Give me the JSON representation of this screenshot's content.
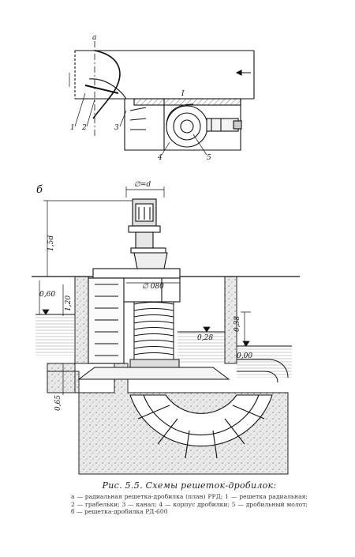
{
  "figure": {
    "label_a": "a",
    "label_b": "б",
    "plan_labels": [
      "1",
      "2",
      "3",
      "4",
      "5"
    ],
    "plan_mark": "I",
    "dim_width": "∅=d",
    "dim_height": "1,5d",
    "dim_diam": "∅ 080",
    "levels": [
      "0,60",
      "0,28",
      "0,00"
    ],
    "elev_dims": [
      "1,20",
      "0,38",
      "0,65"
    ]
  },
  "caption": {
    "title": "Рис. 5.5. Схемы решеток-дробилок:",
    "text": "а — радиальная решетка-дробилка (план) РРД; 1 — решетка радиальная; 2 — грабельки; 3 — канал; 4 — корпус дробилки; 5 — дробильный молот; б — решетка-дробилка РД-600"
  }
}
